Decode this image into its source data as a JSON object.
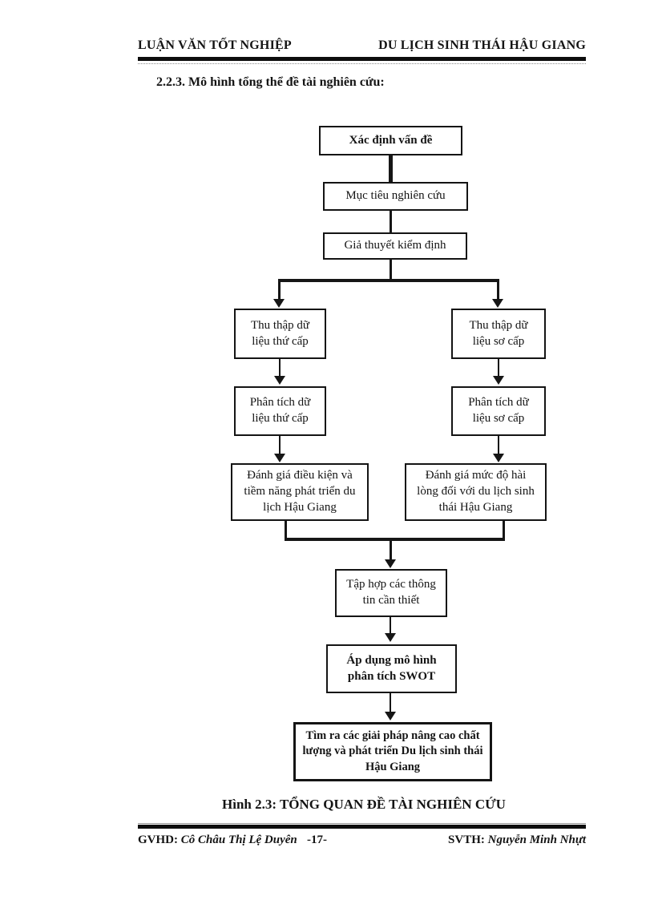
{
  "header": {
    "left_title": "LUẬN VĂN TỐT NGHIỆP",
    "right_title": "DU LỊCH SINH THÁI HẬU GIANG"
  },
  "section": {
    "heading": "2.2.3. Mô hình tổng thể đề tài nghiên cứu:"
  },
  "flowchart": {
    "nodes": [
      {
        "id": "problem-definition",
        "label": "Xác định vấn đề"
      },
      {
        "id": "research-objectives",
        "label": "Mục tiêu nghiên cứu"
      },
      {
        "id": "hypothesis-testing",
        "label": "Giả thuyết kiểm định"
      },
      {
        "id": "secondary-data-collection",
        "label": "Thu thập dữ\nliệu thứ cấp"
      },
      {
        "id": "primary-data-collection",
        "label": "Thu thập dữ\nliệu sơ cấp"
      },
      {
        "id": "secondary-data-analysis",
        "label": "Phân tích dữ\nliệu thứ cấp"
      },
      {
        "id": "primary-data-analysis",
        "label": "Phân tích dữ\nliệu sơ cấp"
      },
      {
        "id": "conditions-potential-assessment",
        "label": "Đánh giá điều kiện và\ntiềm năng phát triển du\nlịch Hậu Giang"
      },
      {
        "id": "satisfaction-assessment",
        "label": "Đánh giá mức độ hài\nlòng đối với du lịch sinh\nthái Hậu Giang"
      },
      {
        "id": "information-synthesis",
        "label": "Tập hợp các thông\ntin cần thiết"
      },
      {
        "id": "swot-analysis",
        "label": "Áp dụng mô hình\nphân tích SWOT"
      },
      {
        "id": "solutions",
        "label": "Tìm ra các giải pháp nâng cao chất\nlượng và phát triển Du lịch sinh thái\nHậu Giang"
      }
    ],
    "edges": [
      {
        "from": "problem-definition",
        "to": "research-objectives"
      },
      {
        "from": "research-objectives",
        "to": "hypothesis-testing"
      },
      {
        "from": "hypothesis-testing",
        "to": "secondary-data-collection"
      },
      {
        "from": "hypothesis-testing",
        "to": "primary-data-collection"
      },
      {
        "from": "secondary-data-collection",
        "to": "secondary-data-analysis"
      },
      {
        "from": "primary-data-collection",
        "to": "primary-data-analysis"
      },
      {
        "from": "secondary-data-analysis",
        "to": "conditions-potential-assessment"
      },
      {
        "from": "primary-data-analysis",
        "to": "satisfaction-assessment"
      },
      {
        "from": "conditions-potential-assessment",
        "to": "information-synthesis"
      },
      {
        "from": "satisfaction-assessment",
        "to": "information-synthesis"
      },
      {
        "from": "information-synthesis",
        "to": "swot-analysis"
      },
      {
        "from": "swot-analysis",
        "to": "solutions"
      }
    ]
  },
  "figure": {
    "caption": "Hình 2.3: TỔNG QUAN ĐỀ TÀI NGHIÊN CỨU"
  },
  "footer": {
    "advisor_label": "GVHD:",
    "advisor_name": "Cô Châu Thị Lệ Duyên",
    "page_number": "-17-",
    "student_label": "SVTH:",
    "student_name": "Nguyễn Minh Nhựt"
  },
  "colors": {
    "ink": "#141414",
    "paper": "#ffffff"
  }
}
